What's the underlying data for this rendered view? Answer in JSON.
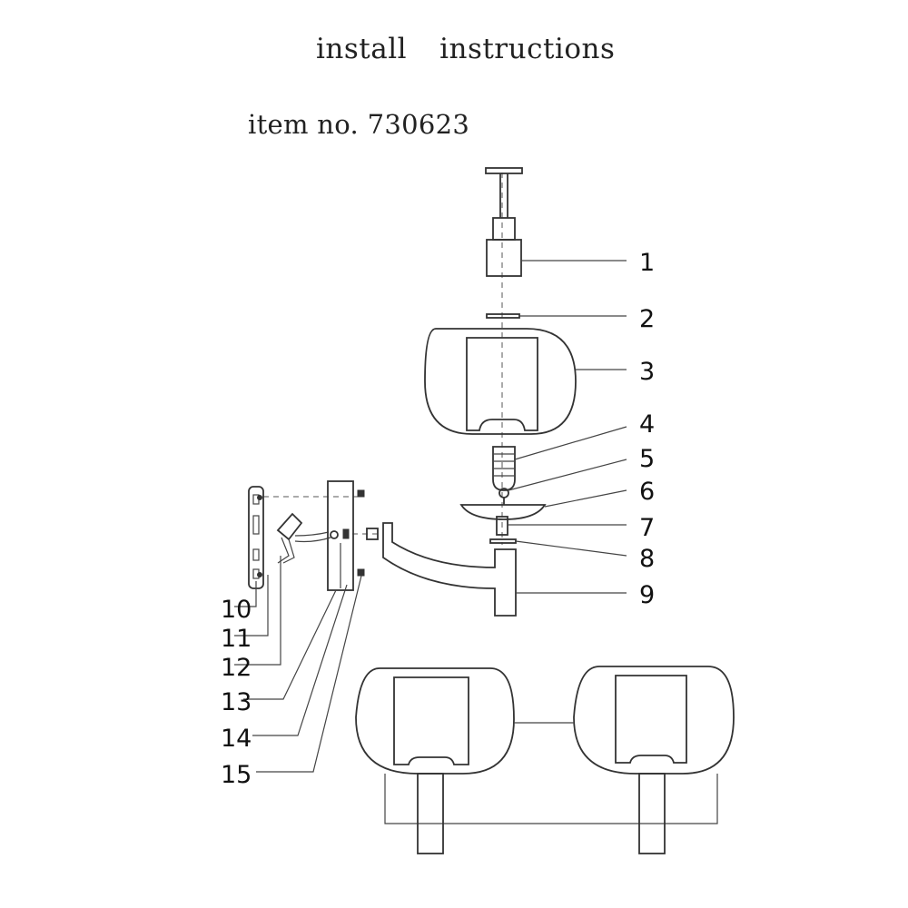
{
  "document": {
    "title_part1": "install",
    "title_part2": "instructions",
    "item_number": "item no. 730623"
  },
  "callouts": [
    "1",
    "2",
    "3",
    "4",
    "5",
    "6",
    "7",
    "8",
    "9",
    "10",
    "11",
    "12",
    "13",
    "14",
    "15"
  ],
  "colors": {
    "line": "#333333",
    "background": "#ffffff"
  }
}
